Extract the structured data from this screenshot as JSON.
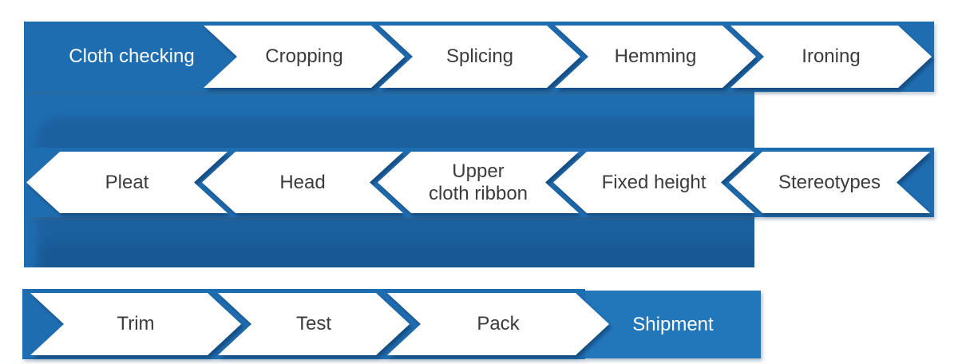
{
  "colors": {
    "base_blue": "#1f6db1",
    "bright_blue": "#2276ba",
    "arrow_fill": "#ffffff",
    "text_dark": "#3c3c3e",
    "text_light": "#ffffff"
  },
  "rows": [
    {
      "direction": "right",
      "steps": [
        {
          "label": "Cloth checking",
          "style": "blue"
        },
        {
          "label": "Cropping",
          "style": "white"
        },
        {
          "label": "Splicing",
          "style": "white"
        },
        {
          "label": "Hemming",
          "style": "white"
        },
        {
          "label": "Ironing",
          "style": "white"
        }
      ]
    },
    {
      "direction": "left",
      "steps": [
        {
          "label": "Pleat",
          "style": "white"
        },
        {
          "label": "Head",
          "style": "white"
        },
        {
          "label": "Upper cloth ribbon",
          "style": "white",
          "lines": [
            "Upper",
            "cloth ribbon"
          ]
        },
        {
          "label": "Fixed height",
          "style": "white"
        },
        {
          "label": "Stereotypes",
          "style": "white"
        }
      ]
    },
    {
      "direction": "right",
      "steps": [
        {
          "label": "Trim",
          "style": "white"
        },
        {
          "label": "Test",
          "style": "white"
        },
        {
          "label": "Pack",
          "style": "white"
        },
        {
          "label": "Shipment",
          "style": "blue"
        }
      ]
    }
  ]
}
